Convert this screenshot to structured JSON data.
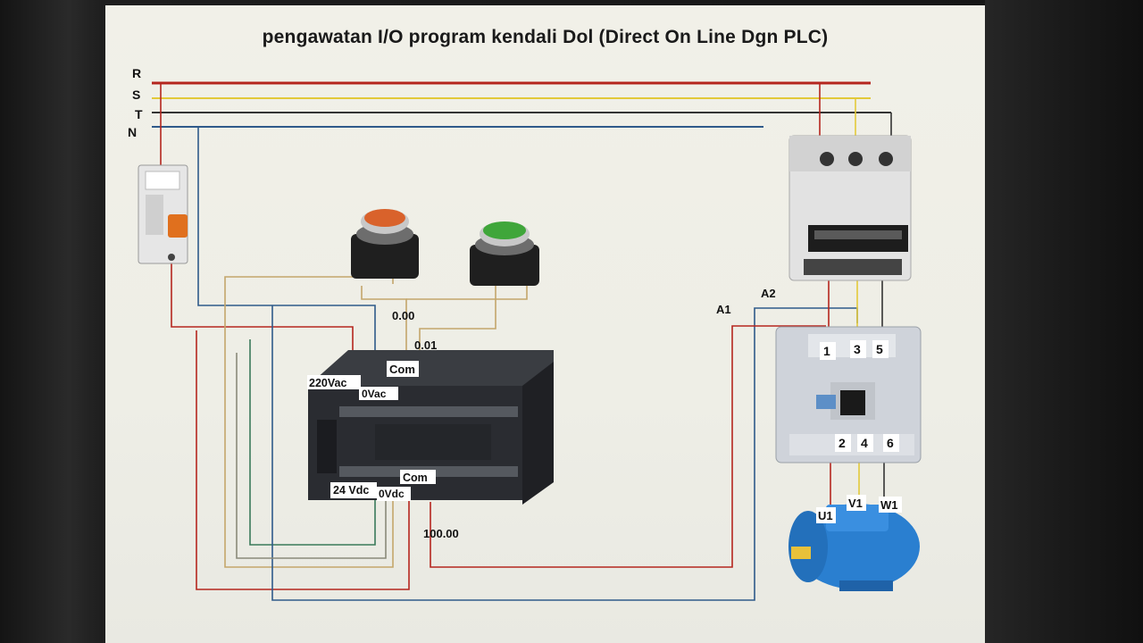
{
  "title": "pengawatan I/O program kendali Dol (Direct On Line Dgn PLC)",
  "lines": {
    "r": "R",
    "s": "S",
    "t": "T",
    "n": "N"
  },
  "plc": {
    "in_com": "Com",
    "ac_hot": "220Vac",
    "ac_zero": "0Vac",
    "out_com": "Com",
    "dc_plus": "24 Vdc",
    "dc_zero": "0Vdc"
  },
  "addresses": {
    "stop_input": "0.00",
    "start_input": "0.01",
    "output": "100.00"
  },
  "contactor": {
    "coil_a1": "A1",
    "coil_a2": "A2",
    "top_terminals": [
      "1",
      "3",
      "5"
    ],
    "bottom_terminals": [
      "2",
      "4",
      "6"
    ]
  },
  "motor": {
    "terminals": [
      "U1",
      "V1",
      "W1"
    ]
  },
  "colors": {
    "wire_r": "#b5261e",
    "wire_s": "#e2c93a",
    "wire_t": "#333333",
    "wire_n": "#2f5a8a",
    "push_stop": "#d9622b",
    "push_start": "#3fa63a",
    "motor_blue": "#2a7fd0"
  },
  "icons": [
    "mcb-1p",
    "mcb-3p",
    "pushbutton-stop",
    "pushbutton-start",
    "plc",
    "contactor",
    "motor"
  ]
}
